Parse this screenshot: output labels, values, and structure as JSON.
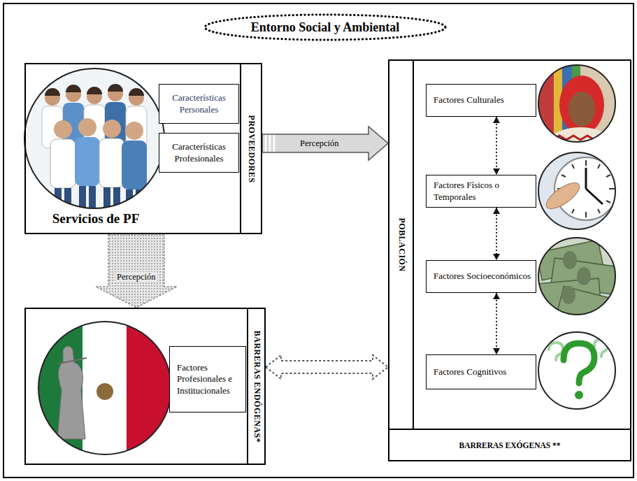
{
  "diagram": {
    "nodes": [
      {
        "text": [
          "Entorno Social y Ambiental"
        ]
      },
      {
        "text": [
          "Servicios de PF",
          "PROVEEDORES"
        ]
      },
      {
        "text": [
          "Características Personales"
        ],
        "in": 1
      },
      {
        "text": [
          "Características Profesionales"
        ],
        "in": 1
      },
      {
        "text": [
          "POBLACIÓN"
        ]
      },
      {
        "text": [
          "Factores Culturales"
        ],
        "in": 4
      },
      {
        "text": [
          "Factores Físicos o Temporales"
        ],
        "in": 4
      },
      {
        "text": [
          "Factores Socioeconómicos"
        ],
        "in": 4
      },
      {
        "text": [
          "Factores Cognitivos"
        ],
        "in": 4
      },
      {
        "text": [
          "BARRERAS EXÓGENAS **"
        ]
      },
      {
        "text": [
          "BARRERAS ENDÓGENAS*"
        ]
      },
      {
        "text": [
          "Factores Profesionales e Institucionales"
        ],
        "in": 10
      }
    ],
    "edges": [
      {
        "from": 1,
        "to": 4,
        "label": "Percepción",
        "arrow": "to"
      },
      {
        "from": 1,
        "to": 10,
        "label": "Percepción",
        "arrow": "to"
      },
      {
        "from": 5,
        "to": 6,
        "arrow": "both"
      },
      {
        "from": 6,
        "to": 7,
        "arrow": "both"
      },
      {
        "from": 7,
        "to": 8,
        "arrow": "both"
      },
      {
        "from": 10,
        "to": 4,
        "arrow": "both"
      }
    ]
  }
}
